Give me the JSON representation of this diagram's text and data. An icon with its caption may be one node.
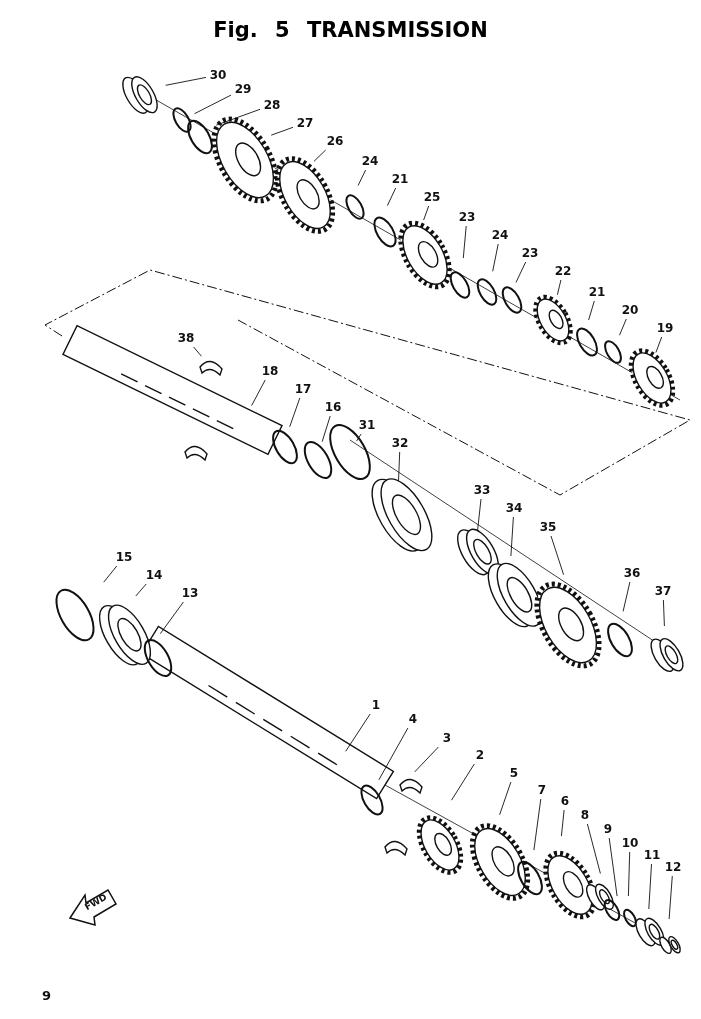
{
  "diagram": {
    "title": "Fig. 5 TRANSMISSION",
    "nodes": [
      {
        "text": [
          "30"
        ]
      },
      {
        "text": [
          "29"
        ]
      },
      {
        "text": [
          "28"
        ]
      },
      {
        "text": [
          "27"
        ]
      },
      {
        "text": [
          "26"
        ]
      },
      {
        "text": [
          "24"
        ]
      },
      {
        "text": [
          "21"
        ]
      },
      {
        "text": [
          "25"
        ]
      },
      {
        "text": [
          "23"
        ]
      },
      {
        "text": [
          "24"
        ]
      },
      {
        "text": [
          "23"
        ]
      },
      {
        "text": [
          "22"
        ]
      },
      {
        "text": [
          "21"
        ]
      },
      {
        "text": [
          "20"
        ]
      },
      {
        "text": [
          "19"
        ]
      },
      {
        "text": [
          "38"
        ]
      },
      {
        "text": [
          "18"
        ]
      },
      {
        "text": [
          "17"
        ]
      },
      {
        "text": [
          "16"
        ]
      },
      {
        "text": [
          "31"
        ]
      },
      {
        "text": [
          "32"
        ]
      },
      {
        "text": [
          "33"
        ]
      },
      {
        "text": [
          "34"
        ]
      },
      {
        "text": [
          "35"
        ]
      },
      {
        "text": [
          "36"
        ]
      },
      {
        "text": [
          "37"
        ]
      },
      {
        "text": [
          "15"
        ]
      },
      {
        "text": [
          "14"
        ]
      },
      {
        "text": [
          "13"
        ]
      },
      {
        "text": [
          "1"
        ]
      },
      {
        "text": [
          "4"
        ]
      },
      {
        "text": [
          "3"
        ]
      },
      {
        "text": [
          "2"
        ]
      },
      {
        "text": [
          "5"
        ]
      },
      {
        "text": [
          "7"
        ]
      },
      {
        "text": [
          "6"
        ]
      },
      {
        "text": [
          "8"
        ]
      },
      {
        "text": [
          "9"
        ]
      },
      {
        "text": [
          "10"
        ]
      },
      {
        "text": [
          "11"
        ]
      },
      {
        "text": [
          "12"
        ]
      }
    ],
    "edges": [
      {
        "from": 0,
        "to": null,
        "arrow": "none"
      },
      {
        "from": 1,
        "to": null,
        "arrow": "none"
      },
      {
        "from": 2,
        "to": null,
        "arrow": "none"
      },
      {
        "from": 3,
        "to": null,
        "arrow": "none"
      },
      {
        "from": 4,
        "to": null,
        "arrow": "none"
      },
      {
        "from": 5,
        "to": null,
        "arrow": "none"
      },
      {
        "from": 6,
        "to": null,
        "arrow": "none"
      },
      {
        "from": 7,
        "to": null,
        "arrow": "none"
      },
      {
        "from": 8,
        "to": null,
        "arrow": "none"
      },
      {
        "from": 9,
        "to": null,
        "arrow": "none"
      },
      {
        "from": 10,
        "to": null,
        "arrow": "none"
      },
      {
        "from": 11,
        "to": null,
        "arrow": "none"
      },
      {
        "from": 12,
        "to": null,
        "arrow": "none"
      },
      {
        "from": 13,
        "to": null,
        "arrow": "none"
      },
      {
        "from": 14,
        "to": null,
        "arrow": "none"
      },
      {
        "from": 15,
        "to": null,
        "arrow": "none"
      },
      {
        "from": 16,
        "to": null,
        "arrow": "none"
      },
      {
        "from": 17,
        "to": null,
        "arrow": "none"
      },
      {
        "from": 18,
        "to": null,
        "arrow": "none"
      },
      {
        "from": 19,
        "to": null,
        "arrow": "none"
      },
      {
        "from": 20,
        "to": null,
        "arrow": "none"
      },
      {
        "from": 21,
        "to": null,
        "arrow": "none"
      },
      {
        "from": 22,
        "to": null,
        "arrow": "none"
      },
      {
        "from": 23,
        "to": null,
        "arrow": "none"
      },
      {
        "from": 24,
        "to": null,
        "arrow": "none"
      },
      {
        "from": 25,
        "to": null,
        "arrow": "none"
      },
      {
        "from": 26,
        "to": null,
        "arrow": "none"
      },
      {
        "from": 27,
        "to": null,
        "arrow": "none"
      },
      {
        "from": 28,
        "to": null,
        "arrow": "none"
      },
      {
        "from": 29,
        "to": null,
        "arrow": "none"
      },
      {
        "from": 30,
        "to": null,
        "arrow": "none"
      },
      {
        "from": 31,
        "to": null,
        "arrow": "none"
      },
      {
        "from": 32,
        "to": null,
        "arrow": "none"
      },
      {
        "from": 33,
        "to": null,
        "arrow": "none"
      },
      {
        "from": 34,
        "to": null,
        "arrow": "none"
      },
      {
        "from": 35,
        "to": null,
        "arrow": "none"
      },
      {
        "from": 36,
        "to": null,
        "arrow": "none"
      },
      {
        "from": 37,
        "to": null,
        "arrow": "none"
      },
      {
        "from": 38,
        "to": null,
        "arrow": "none"
      },
      {
        "from": 39,
        "to": null,
        "arrow": "none"
      },
      {
        "from": 40,
        "to": null,
        "arrow": "none"
      }
    ],
    "labels": [
      "FWD",
      "9"
    ]
  }
}
